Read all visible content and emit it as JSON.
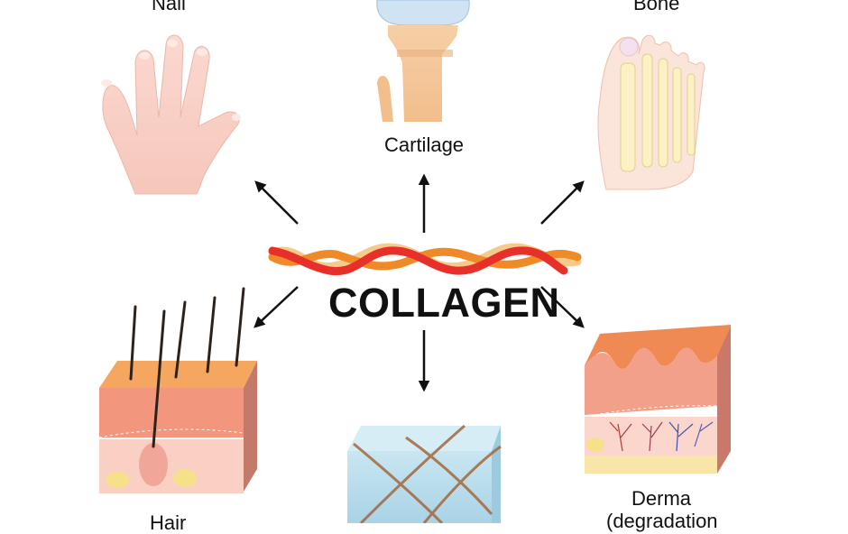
{
  "diagram": {
    "title": "COLLAGEN",
    "center_graphic": "collagen-triple-helix",
    "nodes": [
      {
        "id": "nail",
        "label": "Nail",
        "illustration": "hand-icon"
      },
      {
        "id": "cartilage",
        "label": "Cartilage",
        "illustration": "knee-joint-icon"
      },
      {
        "id": "bone",
        "label": "Bone",
        "illustration": "foot-skeleton-icon"
      },
      {
        "id": "hair",
        "label": "Hair",
        "illustration": "skin-with-hair-icon"
      },
      {
        "id": "vitreous",
        "label": "",
        "illustration": "tissue-cube-fibers-icon"
      },
      {
        "id": "derma",
        "label": "Derma",
        "label_line2": "(degradation",
        "illustration": "skin-wrinkles-icon"
      }
    ],
    "edges": [
      {
        "from": "collagen",
        "to": "nail",
        "direction": "up-left"
      },
      {
        "from": "collagen",
        "to": "cartilage",
        "direction": "up"
      },
      {
        "from": "collagen",
        "to": "bone",
        "direction": "up-right"
      },
      {
        "from": "collagen",
        "to": "hair",
        "direction": "down-left"
      },
      {
        "from": "collagen",
        "to": "vitreous",
        "direction": "down"
      },
      {
        "from": "collagen",
        "to": "derma",
        "direction": "down-right"
      }
    ],
    "colors": {
      "helix_red": "#e8302a",
      "helix_orange": "#f08a28",
      "helix_light": "#f7c98a",
      "skin": "#f3a88f",
      "bone": "#fbefb8",
      "cube": "#bfe0ee",
      "arrow": "#111111"
    }
  }
}
